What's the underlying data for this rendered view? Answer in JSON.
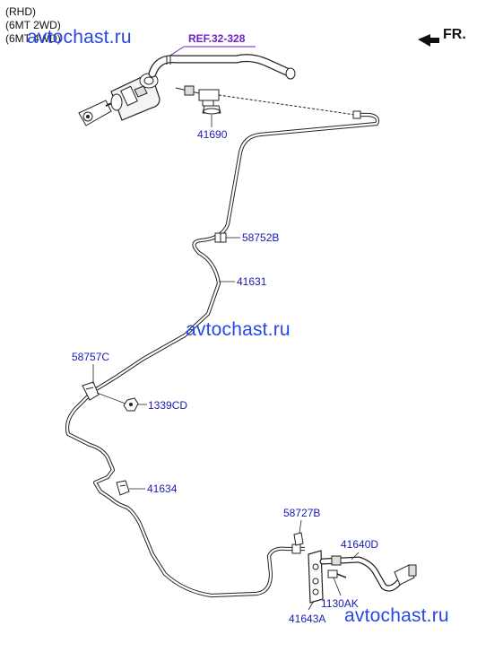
{
  "header": {
    "lines": [
      "(RHD)",
      "(6MT 2WD)",
      "(6MT 4WD)"
    ]
  },
  "direction_label": "FR.",
  "reference": "REF.32-328",
  "watermarks": [
    "avtochast.ru",
    "avtochast.ru",
    "avtochast.ru"
  ],
  "parts": {
    "p41690": "41690",
    "p58752B": "58752B",
    "p41631": "41631",
    "p58757C": "58757C",
    "p1339CD": "1339CD",
    "p41634": "41634",
    "p58727B": "58727B",
    "p41640D": "41640D",
    "p1130AK": "1130AK",
    "p41643A": "41643A"
  },
  "colors": {
    "callout": "#1a1ab4",
    "reference": "#6a22c8",
    "watermark": "#2846e6",
    "linework": "#222222"
  }
}
